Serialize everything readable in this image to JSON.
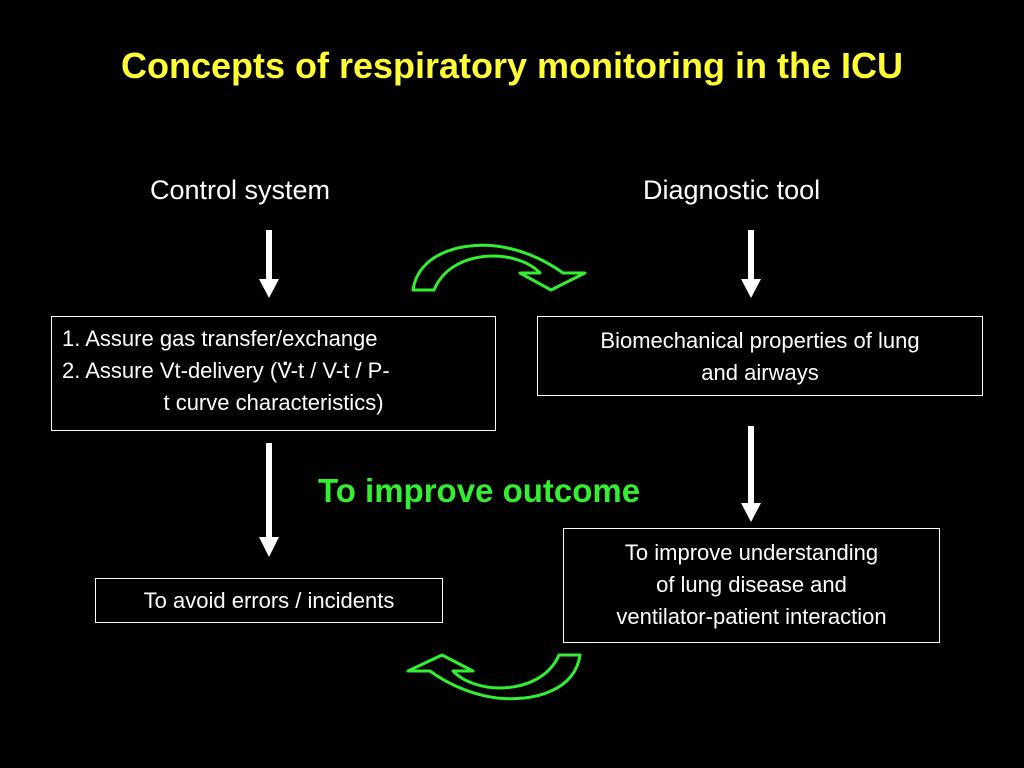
{
  "title": "Concepts of respiratory monitoring in the ICU",
  "headings": {
    "control_system": "Control system",
    "diagnostic_tool": "Diagnostic tool"
  },
  "boxes": {
    "control": {
      "line1": "1. Assure gas transfer/exchange",
      "line2_prefix": "2. Assure Vt-delivery (",
      "line2_v": "V",
      "line2_suffix": "-t / V-t / P-",
      "line3": "t curve characteristics)"
    },
    "biomechanical": {
      "line1": "Biomechanical properties of lung",
      "line2": "and airways"
    },
    "avoid": "To avoid errors / incidents",
    "understanding": {
      "line1": "To improve understanding",
      "line2": "of lung disease and",
      "line3": "ventilator-patient interaction"
    }
  },
  "center_text": "To improve outcome",
  "colors": {
    "background": "#000000",
    "title": "#ffff33",
    "accent_green": "#33ee33",
    "text": "#ffffff"
  }
}
